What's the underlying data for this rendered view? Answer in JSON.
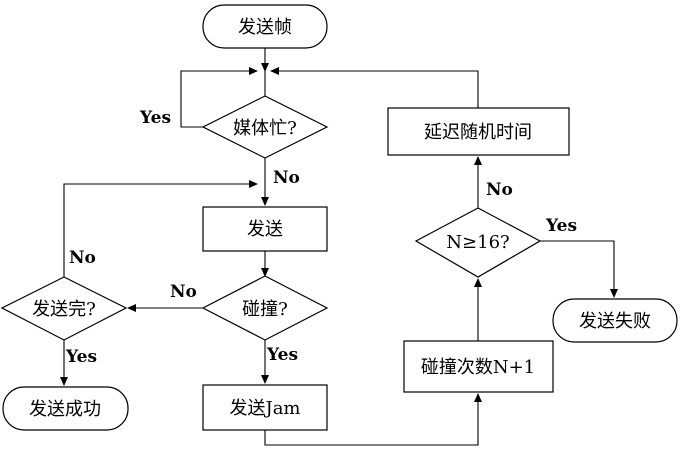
{
  "nodes": {
    "start": "发送帧",
    "medium_busy": "媒体忙?",
    "send": "发送",
    "collision": "碰撞?",
    "send_done": "发送完?",
    "send_success": "发送成功",
    "send_jam": "发送Jam",
    "collision_count": "碰撞次数N+1",
    "n_check": "N≥16?",
    "random_delay": "延迟随机时间",
    "send_fail": "发送失败"
  },
  "edge_labels": {
    "busy_yes": "Yes",
    "busy_no": "No",
    "collision_no": "No",
    "collision_yes": "Yes",
    "done_no": "No",
    "done_yes": "Yes",
    "n_yes": "Yes",
    "n_no": "No"
  }
}
